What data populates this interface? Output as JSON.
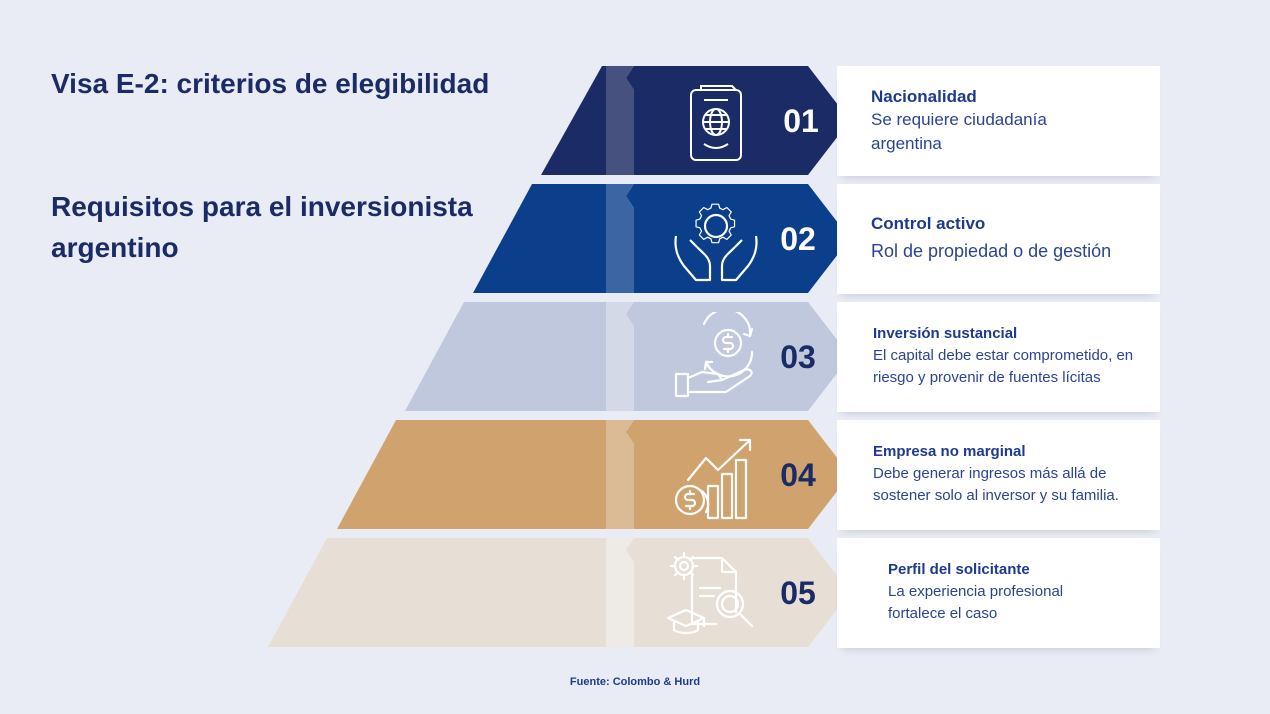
{
  "heading": {
    "line1": "Visa E-2: criterios de elegibilidad",
    "line2": "Requisitos para el inversionista argentino"
  },
  "criteria": [
    {
      "number": "01",
      "title": "Nacionalidad",
      "description": "Se requiere ciudadanía argentina",
      "icon": "passport-icon"
    },
    {
      "number": "02",
      "title": "Control activo",
      "description": "Rol de propiedad o de gestión",
      "icon": "gear-hands-icon"
    },
    {
      "number": "03",
      "title": "Inversión sustancial",
      "description": "El capital debe estar comprometido, en riesgo y provenir de fuentes lícitas",
      "icon": "money-hand-icon"
    },
    {
      "number": "04",
      "title": "Empresa no marginal",
      "description": "Debe generar ingresos más allá de sostener solo al inversor y su familia.",
      "icon": "growth-chart-icon"
    },
    {
      "number": "05",
      "title": "Perfil del solicitante",
      "description": "La experiencia profesional fortalece el caso",
      "icon": "profile-search-icon"
    }
  ],
  "source": "Fuente: Colombo & Hurd",
  "colors": {
    "tier1": "#1b2b66",
    "tier2": "#0b3f8c",
    "tier3": "#bfc8dc",
    "tier4": "#d0a36e",
    "tier5": "#e7dfd6",
    "number_dark": "#ffffff",
    "number_light": "#1b2b66"
  }
}
